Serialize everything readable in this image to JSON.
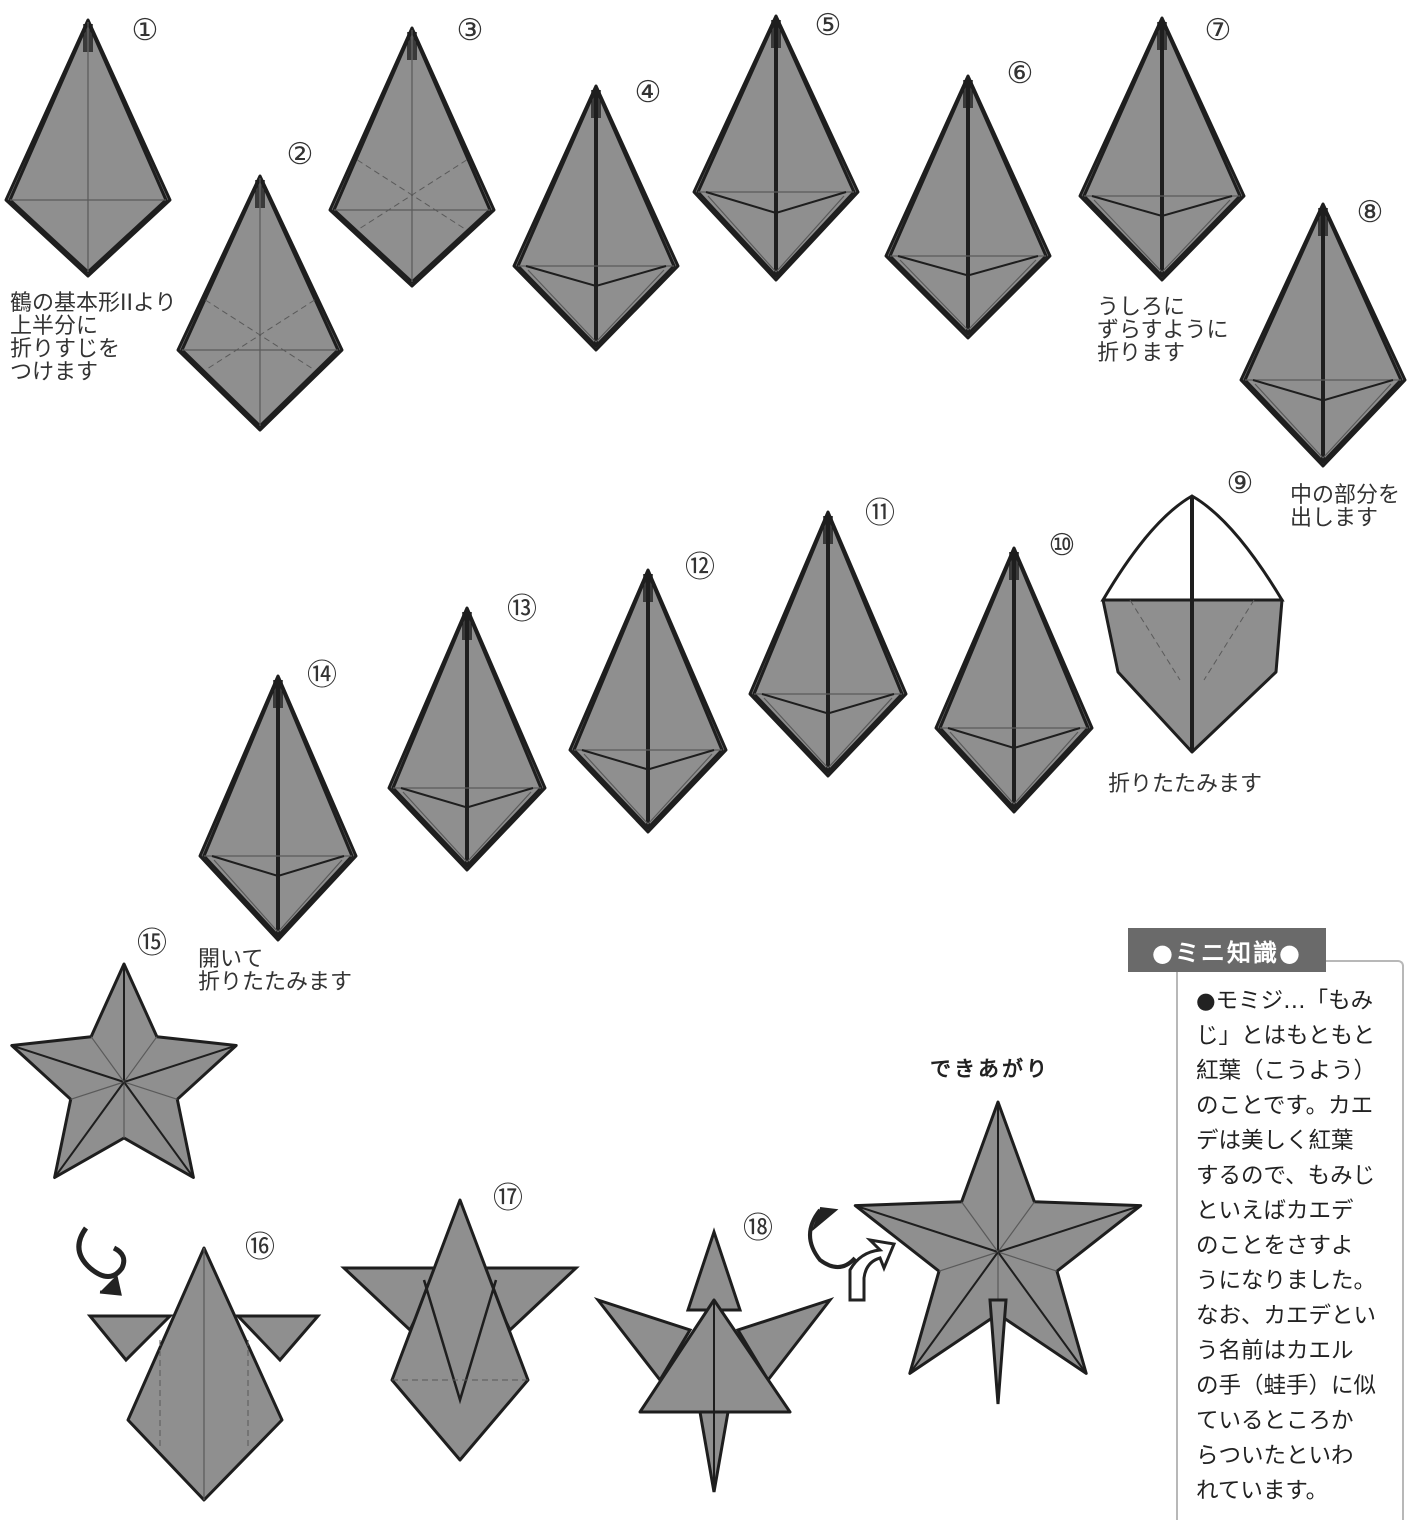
{
  "steps": [
    "①",
    "②",
    "③",
    "④",
    "⑤",
    "⑥",
    "⑦",
    "⑧",
    "⑨",
    "⑩",
    "⑪",
    "⑫",
    "⑬",
    "⑭",
    "⑮",
    "⑯",
    "⑰",
    "⑱"
  ],
  "instructions": {
    "step1": [
      "鶴の基本形IIより",
      "上半分に",
      "折りすじを",
      "つけます"
    ],
    "step7": [
      "うしろに",
      "ずらすように",
      "折ります"
    ],
    "step8": [
      "中の部分を",
      "出します"
    ],
    "step9": [
      "折りたたみます"
    ],
    "step14": [
      "開いて",
      "折りたたみます"
    ]
  },
  "finished_label": "できあがり",
  "mini_knowledge": {
    "title": "●ミニ知識●",
    "lines": [
      "●モミジ…「もみ",
      "じ」とはもともと",
      "紅葉（こうよう）",
      "のことです。カエ",
      "デは美しく紅葉",
      "するので、もみじ",
      "といえばカエデ",
      "のことをさすよ",
      "うになりました。",
      "なお、カエデとい",
      "う名前はカエル",
      "の手（蛙手）に似",
      "ているところか",
      "らついたといわ",
      "れています。"
    ]
  },
  "icons": [
    "turn-over-icon",
    "rotate-icon"
  ],
  "colors": {
    "paper": "#8f8f8f",
    "paper_dark": "#7a7a7a",
    "line": "#1e1e1e",
    "crease": "#5a5a5a",
    "panel_head": "#6a6a6a"
  }
}
